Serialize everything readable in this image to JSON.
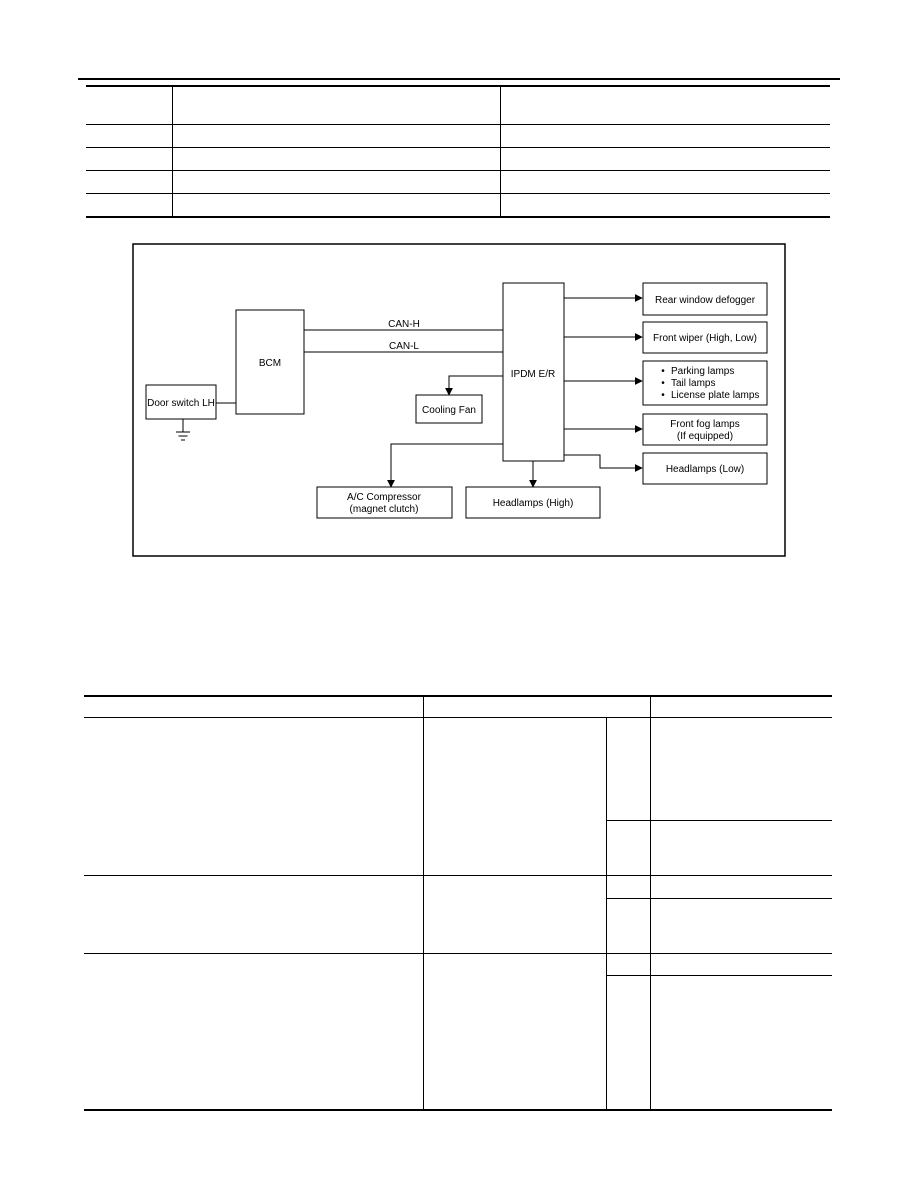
{
  "diagram": {
    "nodes": {
      "door_switch": "Door switch LH",
      "bcm": "BCM",
      "ipdm": "IPDM E/R",
      "cooling_fan": "Cooling Fan",
      "rear_defogger": "Rear window defogger",
      "front_wiper": "Front wiper (High, Low)",
      "lamps_group": [
        "Parking lamps",
        "Tail lamps",
        "License plate lamps"
      ],
      "front_fog": [
        "Front fog lamps",
        "(If equipped)"
      ],
      "headlamps_low": "Headlamps (Low)",
      "ac_compressor": [
        "A/C Compressor",
        "(magnet clutch)"
      ],
      "headlamps_high": "Headlamps (High)"
    },
    "bus_labels": {
      "can_h": "CAN-H",
      "can_l": "CAN-L"
    },
    "bullet_symbol": "•"
  }
}
